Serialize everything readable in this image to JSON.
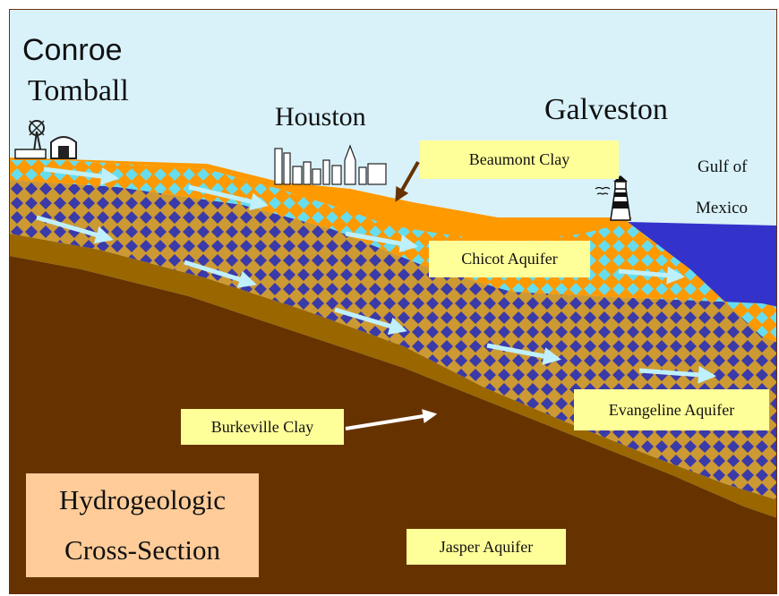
{
  "places": {
    "conroe": "Conroe",
    "tomball": "Tomball",
    "houston": "Houston",
    "galveston": "Galveston",
    "gulf_line1": "Gulf of",
    "gulf_line2": "Mexico"
  },
  "layers": {
    "beaumont_clay": "Beaumont Clay",
    "chicot_aquifer": "Chicot Aquifer",
    "evangeline_aquifer": "Evangeline Aquifer",
    "burkeville_clay": "Burkeville Clay",
    "jasper_aquifer": "Jasper Aquifer"
  },
  "title": {
    "line1": "Hydrogeologic",
    "line2": "Cross-Section"
  },
  "colors": {
    "sky": "#d9f2fa",
    "gulf": "#3333cc",
    "clay": "#ff9900",
    "chicot_pattern": "#66ddee",
    "evangeline_pattern": "#3a3aa8",
    "aquifer_base": "#cc9933",
    "burkeville": "#996600",
    "jasper": "#663300",
    "label_fill": "#ffff99",
    "title_fill": "#ffcc99",
    "flow_arrow": "#bff0ff"
  }
}
